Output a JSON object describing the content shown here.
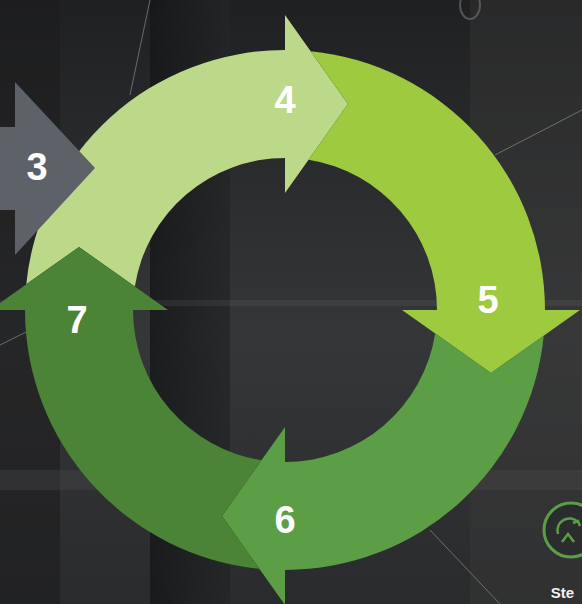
{
  "diagram": {
    "nodes": [
      {
        "text": [
          "3"
        ]
      },
      {
        "text": [
          "4"
        ]
      },
      {
        "text": [
          "5"
        ]
      },
      {
        "text": [
          "6"
        ]
      },
      {
        "text": [
          "7"
        ]
      }
    ],
    "labels": [
      "Ste"
    ]
  }
}
